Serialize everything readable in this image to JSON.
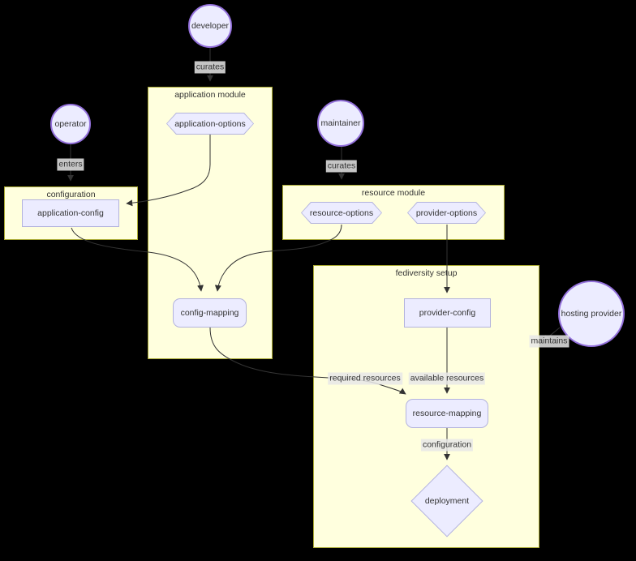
{
  "colors": {
    "background": "#000000",
    "module_fill": "#ffffde",
    "module_border": "#aaaa33",
    "node_fill": "#ececff",
    "node_border": "#b3b3dd",
    "actor_border": "#9370db",
    "edge": "#333333",
    "label_bg": "rgba(232,232,232,0.85)",
    "text": "#333333"
  },
  "actors": {
    "developer": "developer",
    "operator": "operator",
    "maintainer": "maintainer",
    "hosting_provider": "hosting provider"
  },
  "modules": {
    "application_module": "application module",
    "configuration": "configuration",
    "resource_module": "resource module",
    "fediversity_setup": "fediversity setup"
  },
  "nodes": {
    "application_options": "application-options",
    "resource_options": "resource-options",
    "provider_options": "provider-options",
    "application_config": "application-config",
    "provider_config": "provider-config",
    "config_mapping": "config-mapping",
    "resource_mapping": "resource-mapping",
    "deployment": "deployment"
  },
  "edge_labels": {
    "developer_curates": "curates",
    "operator_enters": "enters",
    "maintainer_curates": "curates",
    "hosting_maintains": "maintains",
    "required_resources": "required resources",
    "available_resources": "available resources",
    "configuration": "configuration"
  }
}
